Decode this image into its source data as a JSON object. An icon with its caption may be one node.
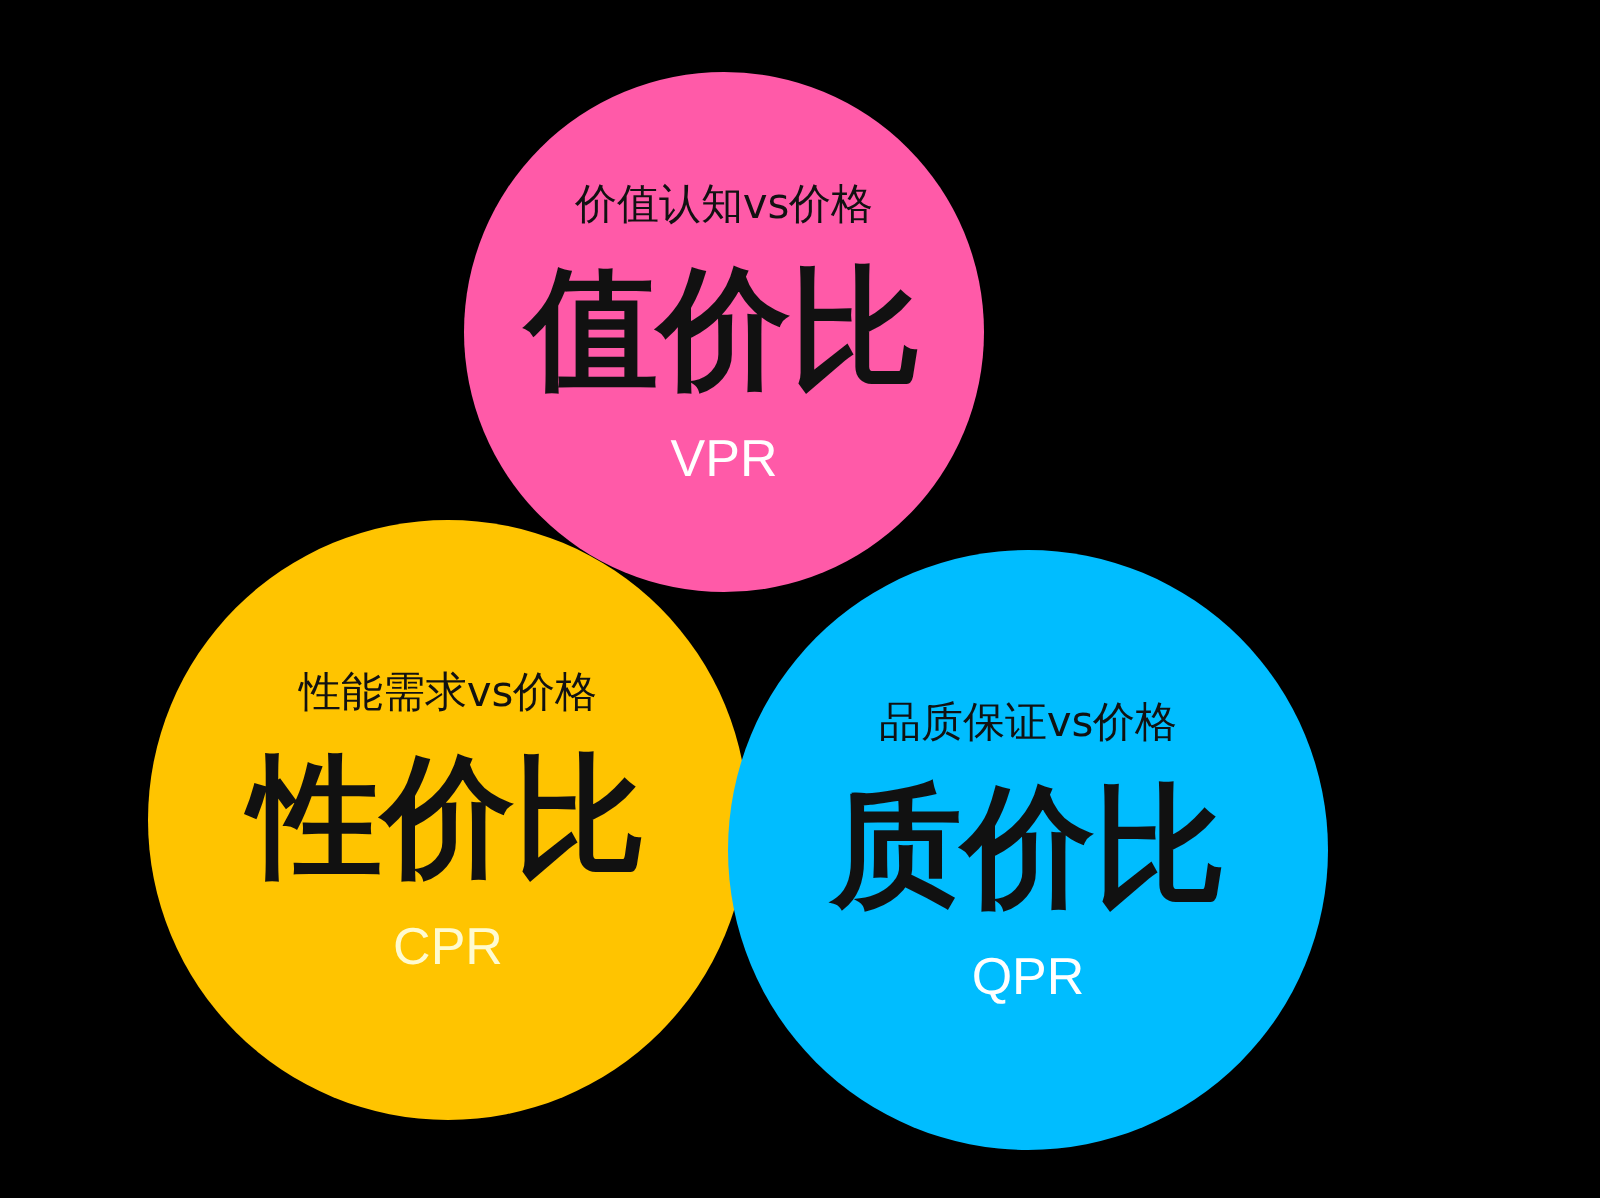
{
  "diagram": {
    "nodes": [
      {
        "text": [
          "价值认知vs价格",
          "值价比",
          "VPR"
        ]
      },
      {
        "text": [
          "性能需求vs价格",
          "性价比",
          "CPR"
        ]
      },
      {
        "text": [
          "品质保证vs价格",
          "质价比",
          "QPR"
        ]
      }
    ]
  }
}
